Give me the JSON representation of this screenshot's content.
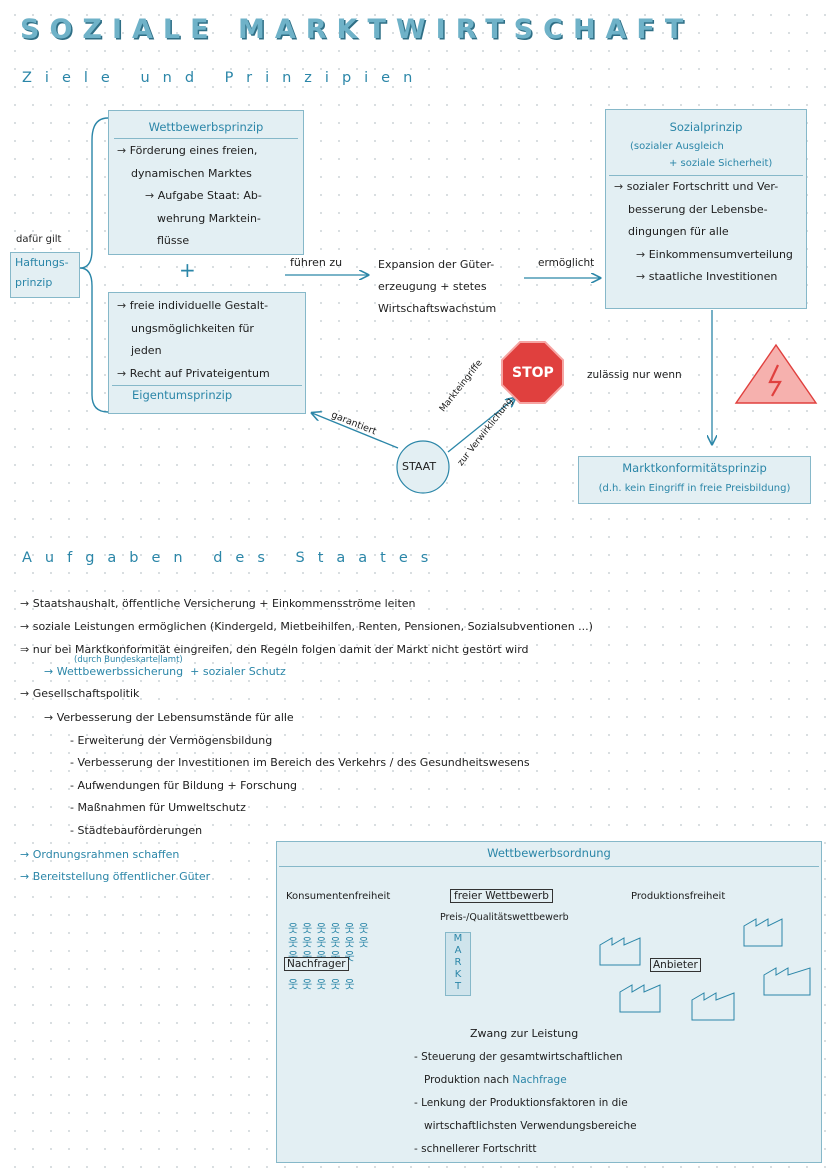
{
  "title": "SOZIALE MARKTWIRTSCHAFT",
  "subtitle1": "Ziele und Prinzipien",
  "subtitle2": "Aufgaben des Staates",
  "diagram": {
    "wettbewerb_box": {
      "head": "Wettbewerbsprinzip",
      "lines": [
        "Förderung eines freien,",
        "dynamischen Marktes",
        "Aufgabe Staat: Ab-",
        "wehrung Marktein-",
        "flüsse"
      ]
    },
    "plus": "+",
    "eigentum_box": {
      "lines": [
        "freie individuelle Gestalt-",
        "ungsmöglichkeiten für",
        "jeden",
        "Recht auf Privateigentum"
      ],
      "foot": "Eigentumsprinzip"
    },
    "dafuer_gilt": "dafür gilt",
    "haftung": [
      "Haftungs-",
      "prinzip"
    ],
    "fuehren_zu": "führen zu",
    "expansion": [
      "Expansion der Güter-",
      "erzeugung + stetes",
      "Wirtschaftswachstum"
    ],
    "ermoeglicht": "ermöglicht",
    "sozial_box": {
      "head": "Sozialprinzip",
      "head2": "(sozialer Ausgleich",
      "head3": "+ soziale Sicherheit)",
      "lines": [
        "sozialer Fortschritt und Ver-",
        "besserung der Lebensbe-",
        "dingungen für alle",
        "Einkommensumverteilung",
        "staatliche Investitionen"
      ]
    },
    "stop": "STOP",
    "zulaessig": "zulässig nur wenn",
    "staat": "STAAT",
    "garantiert": "garantiert",
    "markteingriffe": "Markteingriffe",
    "zur_verwirklichung": "zur Verwirklichung",
    "konform_box": {
      "head": "Marktkonformitätsprinzip",
      "sub": "(d.h. kein Eingriff in freie Preisbildung)"
    }
  },
  "aufgaben": {
    "items": [
      "Staatshaushalt, öffentliche Versicherung + Einkommensströme leiten",
      "soziale Leistungen ermöglichen (Kindergeld, Mietbeihilfen, Renten, Pensionen, Sozialsubventionen ...)",
      "nur bei Marktkonformität eingreifen, den Regeln folgen damit der Markt nicht gestört wird"
    ],
    "bundeskartellamt": "(durch Bundeskartellamt)",
    "wettbewerbssicherung": "Wettbewerbssicherung",
    "sozialer_schutz": "+ sozialer Schutz",
    "gesellschaftspolitik": "Gesellschaftspolitik",
    "verbesserung": "Verbesserung der Lebensumstände für alle",
    "sub_items": [
      "Erweiterung der Vermögensbildung",
      "Verbesserung der Investitionen im Bereich des Verkehrs / des Gesundheitswesens",
      "Aufwendungen für Bildung + Forschung",
      "Maßnahmen für Umweltschutz",
      "Städtebauförderungen"
    ],
    "ordnungsrahmen": "Ordnungsrahmen schaffen",
    "bereitstellung": "Bereitstellung öffentlicher Güter"
  },
  "wettbewerbsordnung": {
    "head": "Wettbewerbsordnung",
    "konsumentenfreiheit": "Konsumentenfreiheit",
    "freier_wettbewerb": "freier Wettbewerb",
    "preis": "Preis-/Qualitätswettbewerb",
    "produktionsfreiheit": "Produktionsfreiheit",
    "nachfrager": "Nachfrager",
    "anbieter": "Anbieter",
    "markt": [
      "M",
      "A",
      "R",
      "K",
      "T"
    ],
    "zwang": "Zwang zur Leistung",
    "points": [
      "Steuerung der gesamtwirtschaftlichen",
      "Produktion nach",
      "Lenkung der Produktionsfaktoren in die",
      "wirtschaftlichsten Verwendungsbereiche",
      "schnellerer Fortschritt"
    ],
    "nachfrage": "Nachfrage"
  },
  "colors": {
    "accent": "#2b86a8",
    "box_fill": "#e3eff3",
    "box_border": "#86b8c9",
    "stop_red": "#e0403e"
  }
}
